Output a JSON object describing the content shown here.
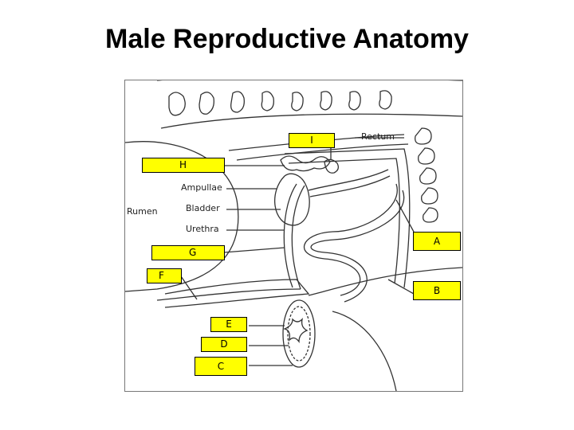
{
  "title": "Male Reproductive Anatomy",
  "printed_labels": {
    "rectum": "Rectum",
    "ampullae": "Ampullae",
    "bladder": "Bladder",
    "rumen": "Rumen",
    "urethra": "Urethra"
  },
  "quiz_boxes": {
    "I": "I",
    "H": "H",
    "A": "A",
    "G": "G",
    "F": "F",
    "B": "B",
    "E": "E",
    "D": "D",
    "C": "C"
  },
  "colors": {
    "box_fill": "#ffff00",
    "box_border": "#000000",
    "line_art": "#333333"
  }
}
